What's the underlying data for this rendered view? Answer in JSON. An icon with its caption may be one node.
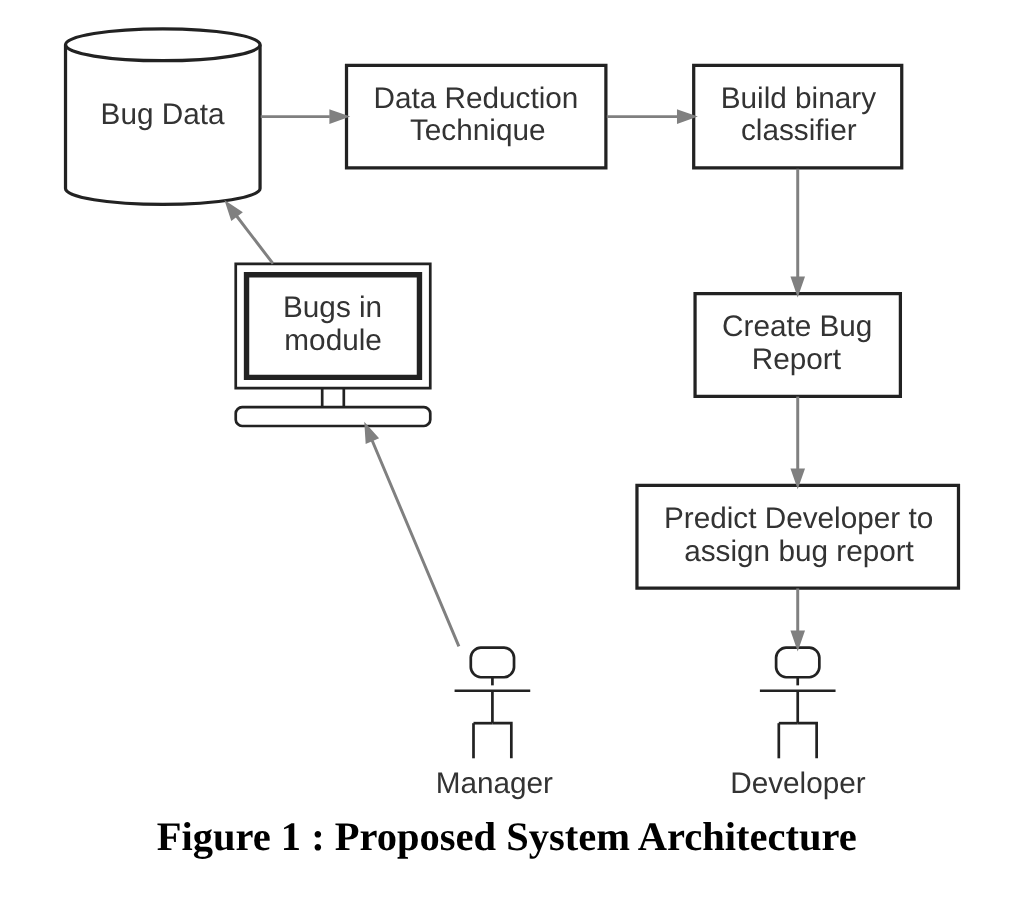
{
  "diagram": {
    "caption": "Figure 1 : Proposed System Architecture",
    "nodes": [
      {
        "text": [
          "Bug Data"
        ]
      },
      {
        "text": [
          "Data Reduction Technique"
        ]
      },
      {
        "text": [
          "Build binary classifier"
        ]
      },
      {
        "text": [
          "Bugs in module"
        ]
      },
      {
        "text": [
          "Create Bug Report"
        ]
      },
      {
        "text": [
          "Predict Developer to assign bug report"
        ]
      },
      {
        "text": [],
        "shape": "person",
        "beside": [
          "Manager"
        ]
      },
      {
        "text": [],
        "shape": "person",
        "beside": [
          "Developer"
        ]
      }
    ],
    "edges": [
      {
        "from": 6,
        "to": 3,
        "arrow": "to"
      },
      {
        "from": 3,
        "to": 0,
        "arrow": "to"
      },
      {
        "from": 0,
        "to": 1,
        "arrow": "to"
      },
      {
        "from": 1,
        "to": 2,
        "arrow": "to"
      },
      {
        "from": 2,
        "to": 4,
        "arrow": "to"
      },
      {
        "from": 4,
        "to": 5,
        "arrow": "to"
      },
      {
        "from": 5,
        "to": 7,
        "arrow": "to"
      }
    ]
  }
}
